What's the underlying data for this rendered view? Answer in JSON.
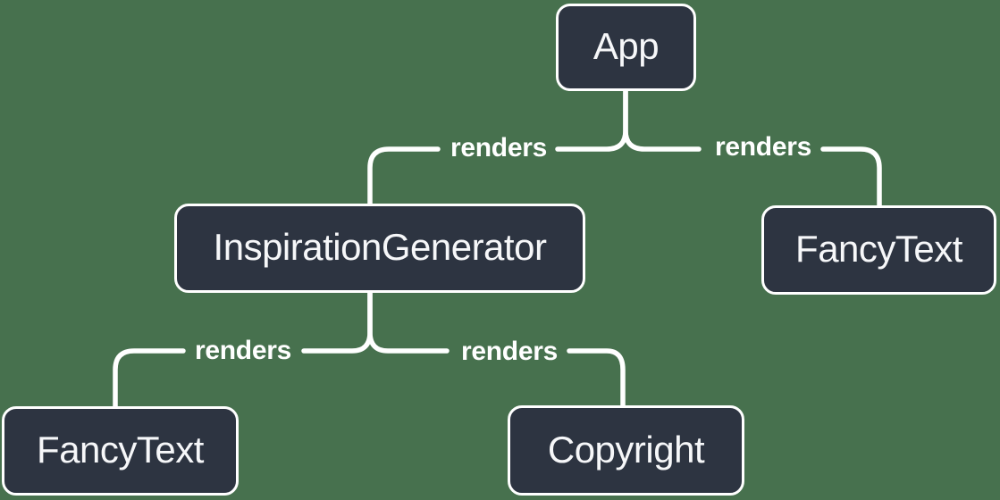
{
  "colors": {
    "background": "#47714E",
    "node_fill": "#2D3441",
    "node_border": "#FFFFFF",
    "node_text": "#F6F7F9",
    "edge_line": "#FFFFFF",
    "edge_label_text": "#FFFFFF"
  },
  "nodes": [
    {
      "id": "app",
      "label": "App"
    },
    {
      "id": "inspiration-generator",
      "label": "InspirationGenerator"
    },
    {
      "id": "fancy-text-top",
      "label": "FancyText"
    },
    {
      "id": "fancy-text-bottom",
      "label": "FancyText"
    },
    {
      "id": "copyright",
      "label": "Copyright"
    }
  ],
  "edges": [
    {
      "from": "App",
      "to": "InspirationGenerator",
      "label": "renders"
    },
    {
      "from": "App",
      "to": "FancyText",
      "label": "renders"
    },
    {
      "from": "InspirationGenerator",
      "to": "FancyText",
      "label": "renders"
    },
    {
      "from": "InspirationGenerator",
      "to": "Copyright",
      "label": "renders"
    }
  ]
}
